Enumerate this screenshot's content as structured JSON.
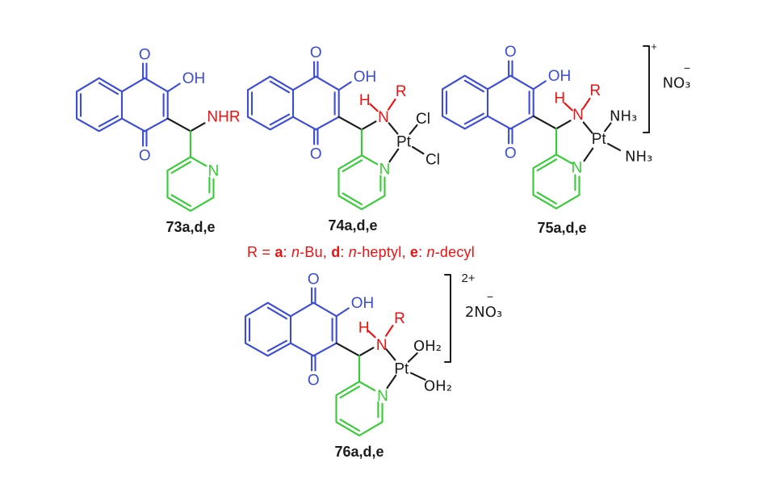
{
  "figure": {
    "colors": {
      "blue": "#3b4cd9",
      "green": "#33cc33",
      "red": "#ee1111",
      "black": "#1b1b1b",
      "bg": "#ffffff"
    },
    "legend": {
      "parts": [
        {
          "text": "R = ",
          "style": "plain"
        },
        {
          "text": "a",
          "style": "bold"
        },
        {
          "text": ": ",
          "style": "plain"
        },
        {
          "text": "n",
          "style": "italic"
        },
        {
          "text": "-Bu, ",
          "style": "plain"
        },
        {
          "text": "d",
          "style": "bold"
        },
        {
          "text": ": ",
          "style": "plain"
        },
        {
          "text": "n",
          "style": "italic"
        },
        {
          "text": "-heptyl, ",
          "style": "plain"
        },
        {
          "text": "e",
          "style": "bold"
        },
        {
          "text": ": ",
          "style": "plain"
        },
        {
          "text": "n",
          "style": "italic"
        },
        {
          "text": "-decyl",
          "style": "plain"
        }
      ]
    },
    "structures": [
      {
        "caption": "73a,d,e",
        "labels": {
          "o_top": "O",
          "oh": "OH",
          "o_bottom": "O",
          "nhr": "NHR",
          "n_py": "N"
        }
      },
      {
        "caption": "74a,d,e",
        "labels": {
          "o_top": "O",
          "oh": "OH",
          "o_bottom": "O",
          "h": "H",
          "r": "R",
          "n_amine": "N",
          "pt": "Pt",
          "cl_top": "Cl",
          "cl_bottom": "Cl",
          "n_py": "N"
        }
      },
      {
        "caption": "75a,d,e",
        "labels": {
          "o_top": "O",
          "oh": "OH",
          "o_bottom": "O",
          "h": "H",
          "r": "R",
          "n_amine": "N",
          "pt": "Pt",
          "nh3_top": "NH₃",
          "nh3_bottom": "NH₃",
          "n_py": "N"
        },
        "bracket_charge": "+",
        "counterion": "NO₃",
        "counterion_charge": "−"
      },
      {
        "caption": "76a,d,e",
        "labels": {
          "o_top": "O",
          "oh": "OH",
          "o_bottom": "O",
          "h": "H",
          "r": "R",
          "n_amine": "N",
          "pt": "Pt",
          "oh2_top": "OH₂",
          "oh2_bottom": "OH₂",
          "n_py": "N"
        },
        "bracket_charge": "2+",
        "counterion": "2NO₃",
        "counterion_charge": "−"
      }
    ]
  }
}
